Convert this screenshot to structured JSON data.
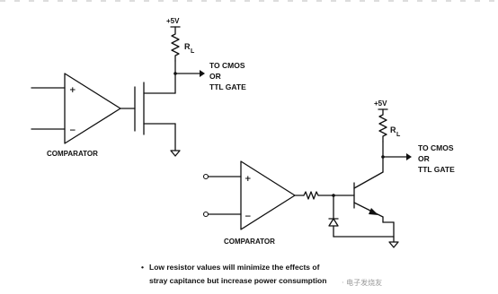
{
  "top_circuit": {
    "supply_label": "+5V",
    "resistor_symbol": "R",
    "resistor_subscript": "L",
    "plus_sign": "+",
    "minus_sign": "−",
    "output_line1": "TO CMOS",
    "output_line2": "OR",
    "output_line3": "TTL GATE",
    "comparator_label": "COMPARATOR"
  },
  "bottom_circuit": {
    "supply_label": "+5V",
    "resistor_symbol": "R",
    "resistor_subscript": "L",
    "plus_sign": "+",
    "minus_sign": "−",
    "output_line1": "TO CMOS",
    "output_line2": "OR",
    "output_line3": "TTL GATE",
    "comparator_label": "COMPARATOR"
  },
  "note": {
    "bullet": "•",
    "line1": "Low resistor values will minimize the effects of",
    "line2": "stray capitance but increase power consumption"
  },
  "watermark": "· 电子发烧友"
}
